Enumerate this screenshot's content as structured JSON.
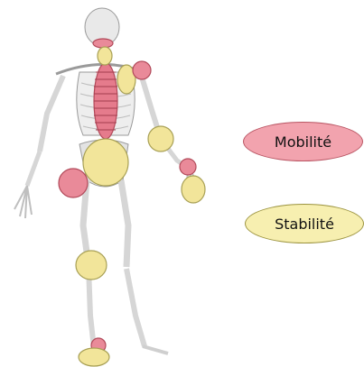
{
  "legend": {
    "mobility_label": "Mobilité",
    "stability_label": "Stabilité"
  },
  "colors": {
    "mobility": "#f2a3ae",
    "stability": "#f7efb0",
    "bone": "#dcdcdc"
  },
  "joints": [
    {
      "name": "neck-joint",
      "type": "mobility"
    },
    {
      "name": "cervical-joint",
      "type": "stability"
    },
    {
      "name": "shoulder-blade-joint",
      "type": "stability"
    },
    {
      "name": "shoulder-joint",
      "type": "mobility"
    },
    {
      "name": "thoracic-spine",
      "type": "mobility"
    },
    {
      "name": "elbow-joint",
      "type": "stability"
    },
    {
      "name": "lumbar-pelvis-joint",
      "type": "stability"
    },
    {
      "name": "wrist-joint",
      "type": "mobility"
    },
    {
      "name": "hand-joint",
      "type": "stability"
    },
    {
      "name": "hip-joint",
      "type": "mobility"
    },
    {
      "name": "knee-joint",
      "type": "stability"
    },
    {
      "name": "ankle-joint",
      "type": "mobility"
    },
    {
      "name": "foot-joint",
      "type": "stability"
    }
  ]
}
